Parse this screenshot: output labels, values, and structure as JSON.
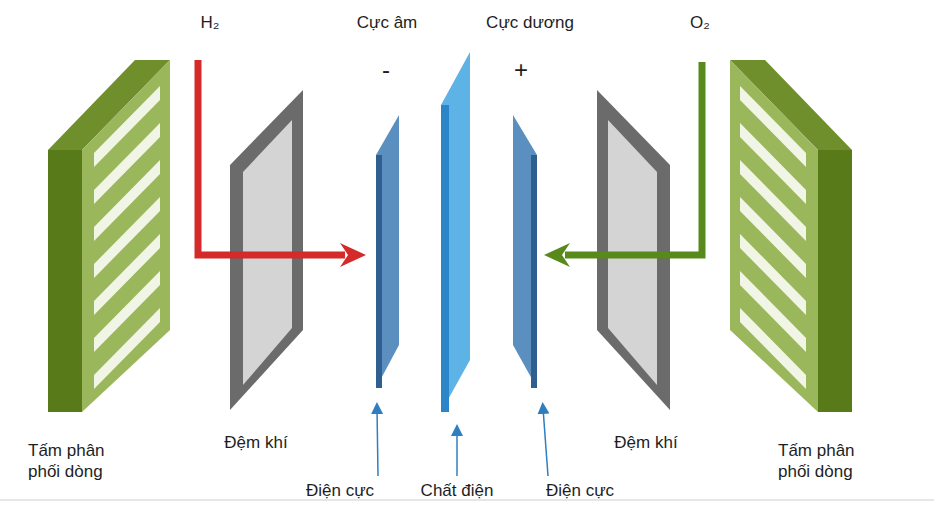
{
  "diagram": {
    "labels": [
      "H₂",
      "Cực âm",
      "-",
      "Cực dương",
      "+",
      "O₂",
      "Tấm phân phối dòng",
      "Đệm khí",
      "Điện cực",
      "Chất điện",
      "Điện cực",
      "Đệm khí",
      "Tấm phân phối dòng"
    ]
  }
}
